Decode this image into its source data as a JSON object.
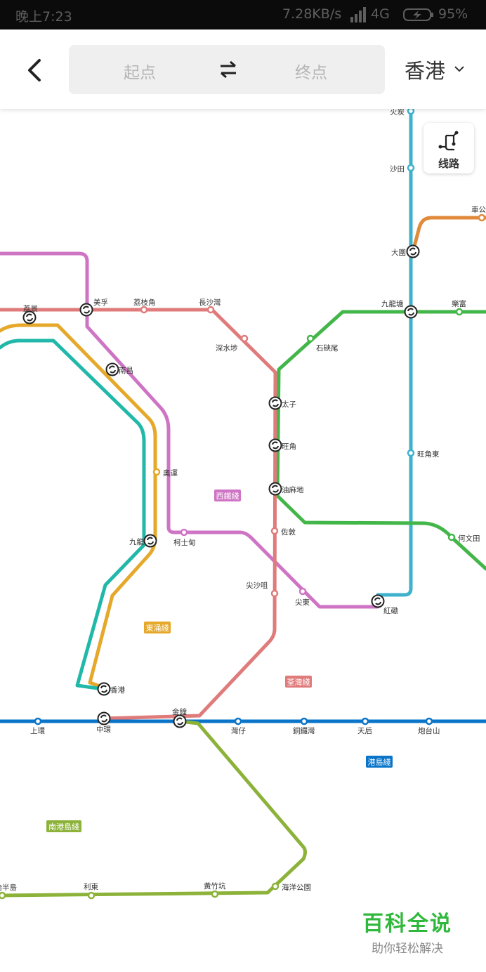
{
  "status_bar": {
    "time": "晚上7:23",
    "speed": "7.28KB/s",
    "network": "4G",
    "battery": "95%"
  },
  "header": {
    "from_placeholder": "起点",
    "to_placeholder": "终点",
    "city": "香港",
    "lines_button_label": "线路"
  },
  "colors": {
    "tsuen_wan": "#e07b7b",
    "kwun_tong": "#43b649",
    "east_rail": "#3fb1cc",
    "west_rail": "#cf74c4",
    "tung_chung": "#e5a82a",
    "airport": "#21b8a9",
    "island": "#0a74c9",
    "south_island": "#8cb23a",
    "ma_on_shan": "#e08a3a"
  },
  "line_labels": {
    "west_rail": "西鐵綫",
    "east_tsim_sha_tsui": "東涌綫",
    "tsuen_wan": "荃灣綫",
    "island": "港島綫",
    "south_island": "南港島綫"
  },
  "stations": {
    "fo_tan": "火炭",
    "sha_tin": "沙田",
    "che_kung": "車公",
    "tai_wai": "大圍",
    "kowloon_tong": "九龍塘",
    "lok_fu": "樂富",
    "shek_kip_mei": "石硤尾",
    "mei_foo": "美孚",
    "lai_chi_kok": "荔枝角",
    "cheung_sha_wan": "長沙灣",
    "sham_shui_po": "深水埗",
    "lai_king": "荔景",
    "nam_cheong": "南昌",
    "olympic": "奧運",
    "prince_edward": "太子",
    "mong_kok": "旺角",
    "yau_ma_tei": "油麻地",
    "mong_kok_east": "旺角東",
    "jordan": "佐敦",
    "kowloon": "九龍",
    "austin": "柯士甸",
    "ho_man_tin": "何文田",
    "tsim_sha_tsui": "尖沙咀",
    "east_tst": "尖東",
    "hung_hom": "紅磡",
    "hong_kong": "香港",
    "central": "中環",
    "admiralty": "金鐘",
    "sheung_wan": "上環",
    "wan_chai": "灣仔",
    "causeway_bay": "銅鑼灣",
    "tin_hau": "天后",
    "fortress_hill": "炮台山",
    "ap_lei_chau": "海怡半島",
    "lei_tung": "利東",
    "wong_chuk_hang": "黃竹坑",
    "ocean_park": "海洋公園"
  },
  "watermark": {
    "title": "百科全说",
    "subtitle": "助你轻松解决"
  }
}
